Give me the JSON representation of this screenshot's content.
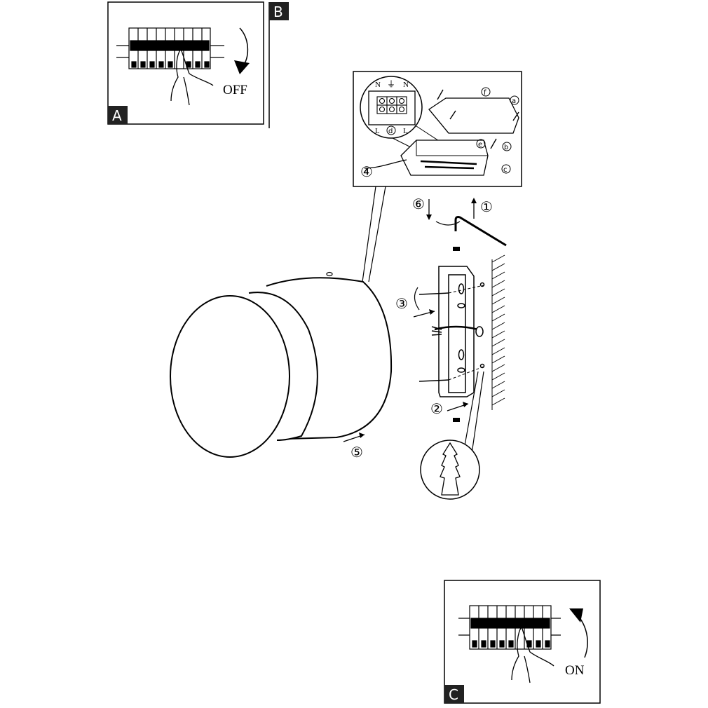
{
  "panels": {
    "a": {
      "tag": "A",
      "switch_label": "OFF"
    },
    "b": {
      "tag": "B"
    },
    "c": {
      "tag": "C",
      "switch_label": "ON"
    }
  },
  "steps": {
    "s1": "①",
    "s2": "②",
    "s3": "③",
    "s4": "④",
    "s5": "⑤",
    "s6": "⑥"
  },
  "junction_box": {
    "terminals_top": [
      "N",
      "⏚",
      "N"
    ],
    "terminals_bottom": [
      "L",
      "d",
      "L"
    ],
    "callouts": [
      "a",
      "b",
      "c",
      "e",
      "f"
    ]
  },
  "colors": {
    "ink": "#000000",
    "paper": "#ffffff",
    "tag_bg": "#222222"
  }
}
